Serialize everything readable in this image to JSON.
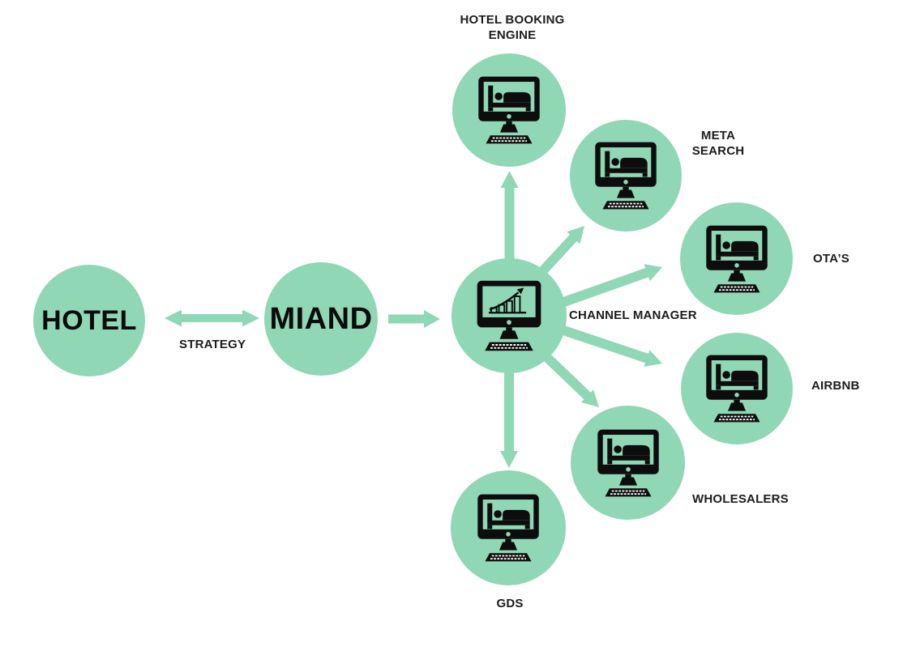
{
  "diagram": {
    "type": "flow-diagram",
    "topic": "hotel distribution channels",
    "nodes": {
      "hotel": {
        "label": "HOTEL",
        "icon": "none"
      },
      "miand": {
        "label": "MIAND",
        "icon": "none"
      },
      "channel_manager": {
        "label": "CHANNEL MANAGER",
        "icon": "chart-monitor-icon"
      },
      "hotel_booking_engine": {
        "label": "HOTEL BOOKING ENGINE",
        "icon": "bed-monitor-icon"
      },
      "meta_search": {
        "label": "META SEARCH",
        "icon": "bed-monitor-icon"
      },
      "otas": {
        "label": "OTA’S",
        "icon": "bed-monitor-icon"
      },
      "airbnb": {
        "label": "AIRBNB",
        "icon": "bed-monitor-icon"
      },
      "wholesalers": {
        "label": "WHOLESALERS",
        "icon": "bed-monitor-icon"
      },
      "gds": {
        "label": "GDS",
        "icon": "bed-monitor-icon"
      }
    },
    "edges": [
      {
        "from": "hotel",
        "to": "miand",
        "label": "STRATEGY",
        "direction": "bidirectional"
      },
      {
        "from": "miand",
        "to": "channel_manager",
        "label": "",
        "direction": "forward"
      },
      {
        "from": "channel_manager",
        "to": "hotel_booking_engine",
        "label": "",
        "direction": "forward"
      },
      {
        "from": "channel_manager",
        "to": "meta_search",
        "label": "",
        "direction": "forward"
      },
      {
        "from": "channel_manager",
        "to": "otas",
        "label": "",
        "direction": "forward"
      },
      {
        "from": "channel_manager",
        "to": "airbnb",
        "label": "",
        "direction": "forward"
      },
      {
        "from": "channel_manager",
        "to": "wholesalers",
        "label": "",
        "direction": "forward"
      },
      {
        "from": "channel_manager",
        "to": "gds",
        "label": "",
        "direction": "forward"
      }
    ],
    "colors": {
      "accent_green": "#90d7b6",
      "icon_black": "#0d0d0d",
      "text": "#1c1c1c",
      "background": "#ffffff"
    }
  }
}
